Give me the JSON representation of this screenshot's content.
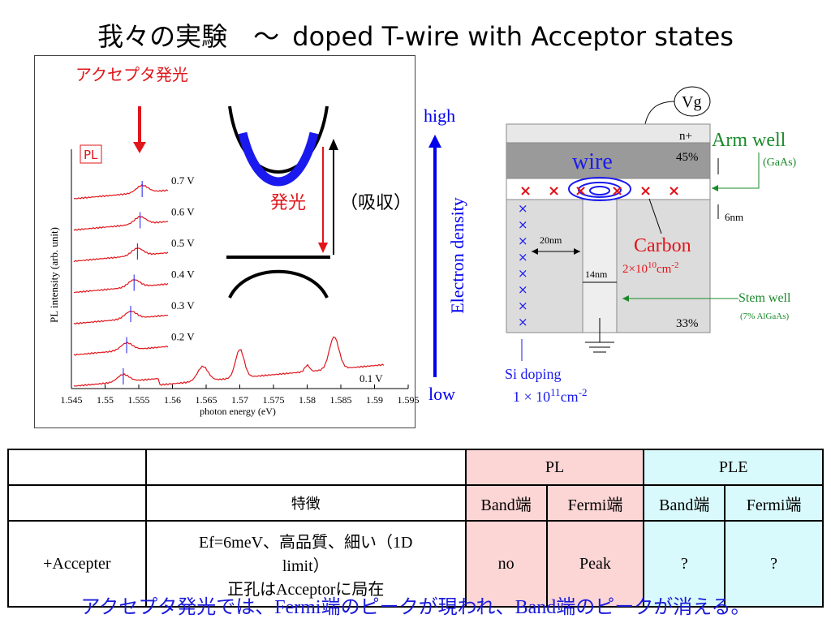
{
  "title": {
    "jp": "我々の実験　～",
    "en": "doped T-wire with Acceptor states"
  },
  "pl_figure": {
    "acceptor_label": "アクセプタ発光",
    "pl_badge": "PL",
    "ylabel": "PL intensity (arb. unit)",
    "xlabel": "photon energy (eV)",
    "xticks": [
      "1.545",
      "1.55",
      "1.555",
      "1.56",
      "1.565",
      "1.57",
      "1.575",
      "1.58",
      "1.585",
      "1.59",
      "1.595"
    ],
    "voltages": [
      "0.7 V",
      "0.6 V",
      "0.5 V",
      "0.4 V",
      "0.3 V",
      "0.2 V",
      "0.1 V"
    ],
    "emission_label": "発光",
    "absorption_label": "（吸収）"
  },
  "device_figure": {
    "vg": "Vg",
    "n_plus": "n+",
    "pct_top": "45%",
    "pct_bottom": "33%",
    "wire": "wire",
    "arm_well": "Arm well",
    "arm_well_sub": "(GaAs)",
    "six_nm": "6nm",
    "twenty_nm": "20nm",
    "fourteen_nm": "14nm",
    "carbon": "Carbon",
    "carbon_density": "2×10",
    "carbon_exp": "10",
    "carbon_unit": "cm",
    "carbon_unit_exp": "-2",
    "stem_well": "Stem well",
    "stem_well_sub": "(7% AlGaAs)",
    "si_doping": "Si doping",
    "si_density": "1 × 10",
    "si_exp": "11",
    "si_unit": "cm",
    "si_unit_exp": "-2",
    "high": "high",
    "low": "low",
    "electron_density": "Electron density"
  },
  "table": {
    "pl_header": "PL",
    "ple_header": "PLE",
    "feature_header": "特徴",
    "band_edge": "Band端",
    "fermi_edge": "Fermi端",
    "row_label": "+Accepter",
    "feature_text_1": "Ef=6meV、高品質、細い（1D",
    "feature_text_2": "limit）",
    "feature_text_3": "正孔はAcceptorに局在",
    "pl_band": "no",
    "pl_fermi": "Peak",
    "ple_band": "?",
    "ple_fermi": "?"
  },
  "footer": "アクセプタ発光では、Fermi端のピークが現われ、Band端のピークが消える。",
  "colors": {
    "red": "#e0161b",
    "blue": "#0000ee",
    "green": "#1a8a2a",
    "footer_blue": "#1a1adc"
  },
  "chart_data": {
    "type": "line",
    "xlabel": "photon energy (eV)",
    "ylabel": "PL intensity (arb. unit)",
    "xlim": [
      1.545,
      1.595
    ],
    "series": [
      {
        "name": "0.7 V",
        "peak": 1.5555
      },
      {
        "name": "0.6 V",
        "peak": 1.5552
      },
      {
        "name": "0.5 V",
        "peak": 1.5548
      },
      {
        "name": "0.4 V",
        "peak": 1.5543
      },
      {
        "name": "0.3 V",
        "peak": 1.5538
      },
      {
        "name": "0.2 V",
        "peak": 1.5532
      },
      {
        "name": "0.1 V",
        "peak": 1.5527,
        "extra_peaks": [
          1.5645,
          1.57,
          1.58,
          1.584
        ]
      }
    ]
  }
}
